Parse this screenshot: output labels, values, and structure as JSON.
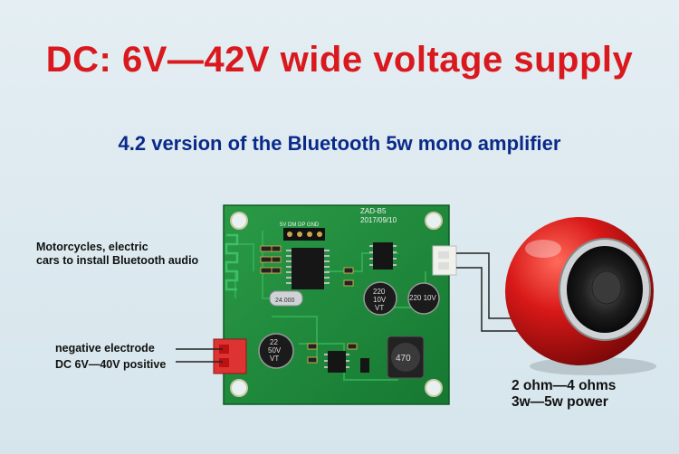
{
  "title": "DC: 6V—42V wide voltage supply",
  "subtitle": "4.2 version of the Bluetooth 5w mono amplifier",
  "labels": {
    "install_line1": "Motorcycles, electric",
    "install_line2": "cars to install Bluetooth audio",
    "negative": "negative electrode",
    "positive": "DC 6V—40V positive",
    "speaker_line1": "2 ohm—4 ohms",
    "speaker_line2": "3w—5w power"
  },
  "board": {
    "model": "ZAD-B5",
    "date": "2017/09/10",
    "pins": "5V DM DP GND",
    "cap1_line1": "220",
    "cap1_line2": "10V",
    "cap1_line3": "VT",
    "cap2_line1": "22",
    "cap2_line2": "50V",
    "cap2_line3": "VT",
    "inductor": "470",
    "crystal": "24.000",
    "cap3": "220 10V"
  },
  "colors": {
    "title": "#d9191e",
    "subtitle": "#0a2a8a",
    "pcb": "#1f8a3a",
    "speaker": "#d41414"
  }
}
